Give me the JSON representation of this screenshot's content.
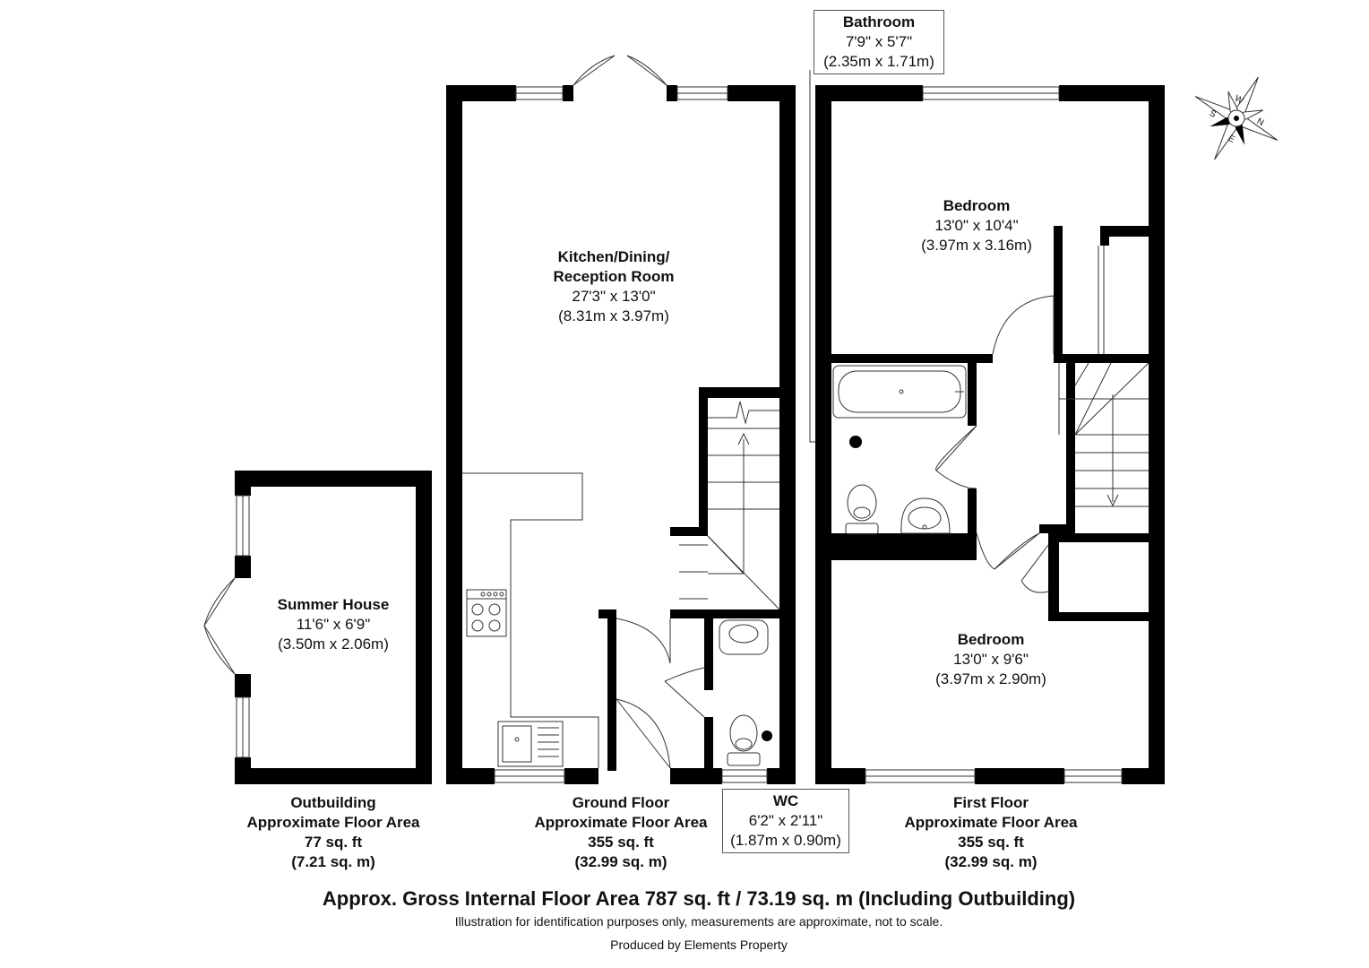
{
  "rooms": {
    "kitchen": {
      "name_l1": "Kitchen/Dining/",
      "name_l2": "Reception Room",
      "dim_imperial": "27'3\" x 13'0\"",
      "dim_metric": "(8.31m x 3.97m)"
    },
    "summer_house": {
      "name": "Summer House",
      "dim_imperial": "11'6\" x 6'9\"",
      "dim_metric": "(3.50m x 2.06m)"
    },
    "bedroom_1": {
      "name": "Bedroom",
      "dim_imperial": "13'0\" x 10'4\"",
      "dim_metric": "(3.97m x 3.16m)"
    },
    "bedroom_2": {
      "name": "Bedroom",
      "dim_imperial": "13'0\" x 9'6\"",
      "dim_metric": "(3.97m x 2.90m)"
    },
    "bathroom": {
      "name": "Bathroom",
      "dim_imperial": "7'9\" x 5'7\"",
      "dim_metric": "(2.35m x 1.71m)"
    },
    "wc": {
      "name": "WC",
      "dim_imperial": "6'2\" x 2'11\"",
      "dim_metric": "(1.87m x 0.90m)"
    }
  },
  "floors": {
    "outbuilding": {
      "line1": "Outbuilding",
      "line2": "Approximate Floor Area",
      "sqft": "77 sq. ft",
      "sqm": "(7.21 sq. m)"
    },
    "ground": {
      "line1": "Ground Floor",
      "line2": "Approximate Floor Area",
      "sqft": "355 sq. ft",
      "sqm": "(32.99 sq. m)"
    },
    "first": {
      "line1": "First Floor",
      "line2": "Approximate Floor Area",
      "sqft": "355 sq. ft",
      "sqm": "(32.99 sq. m)"
    }
  },
  "gross_area": "Approx. Gross Internal Floor Area 787 sq. ft / 73.19 sq. m (Including Outbuilding)",
  "disclaimer": "Illustration for identification purposes only, measurements are approximate, not to scale.",
  "producer": "Produced by Elements Property",
  "compass": {
    "w": "W",
    "s": "S",
    "n": "N",
    "e": "E"
  },
  "colors": {
    "wall": "#000000",
    "line": "#333333"
  }
}
